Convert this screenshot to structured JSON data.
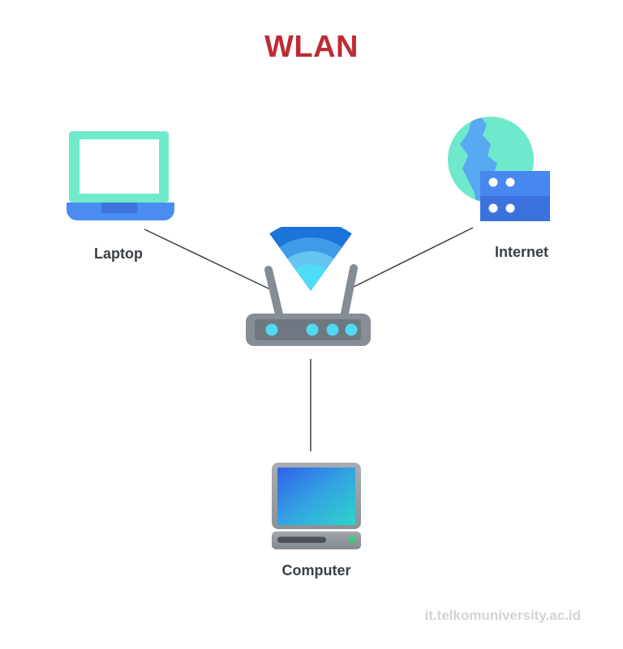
{
  "title": {
    "text": "WLAN",
    "color": "#BE2B31"
  },
  "diagram_type": "network-topology",
  "nodes": {
    "laptop": {
      "label": "Laptop",
      "icon": "laptop-icon"
    },
    "internet": {
      "label": "Internet",
      "icon": "globe-server-icon"
    },
    "router": {
      "icon": "wifi-router-icon"
    },
    "computer": {
      "label": "Computer",
      "icon": "desktop-computer-icon"
    }
  },
  "edges": [
    {
      "from": "laptop",
      "to": "router"
    },
    {
      "from": "internet",
      "to": "router"
    },
    {
      "from": "router",
      "to": "computer"
    }
  ],
  "watermark": {
    "text": "it.telkomuniversity.ac.id",
    "color": "#D3D3D3"
  },
  "colors": {
    "background": "#FFFFFF",
    "title_red": "#BE2B31",
    "label_text": "#3A4045",
    "connection_line": "#3C4043",
    "laptop_bezel_mint": "#6FEACB",
    "laptop_base_blue": "#4A8CF0",
    "laptop_trackpad_blue": "#3D74DC",
    "globe_mint": "#6FE9CC",
    "globe_land_blue": "#58A8F2",
    "server_top_blue": "#4687F0",
    "server_bottom_blue": "#3B72DE",
    "wifi_band_outer": "#1B74D8",
    "wifi_band_2": "#3F9AE8",
    "wifi_band_3": "#65C4F0",
    "wifi_band_inner": "#4FDCF7",
    "router_body_gray": "#878E96",
    "router_panel_gray": "#6F7780",
    "router_antenna_gray": "#858C93",
    "router_led_cyan": "#4FD9F2",
    "computer_frame_gray": "#99A0A7",
    "screen_gradient_start": "#3061E8",
    "screen_gradient_mid": "#33A3E2",
    "screen_gradient_end": "#2CD6C9",
    "power_led_green": "#2ED573"
  }
}
